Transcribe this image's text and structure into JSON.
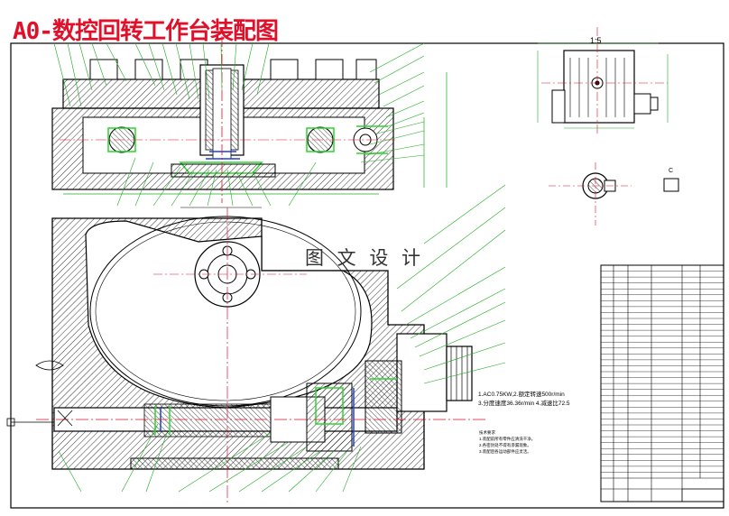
{
  "drawing": {
    "title": "A0-数控回转工作台装配图",
    "watermark": "图 文 设 计",
    "scale": "1:5",
    "view_label_c": "C",
    "tech_params": [
      "1.AC0.75KW,2.额定转速500r/min",
      "3.分度速度36.36r/min      4.减速比72.5"
    ],
    "tech_requirements": [
      "技术要求",
      "1.装配前所有零件应清洗干净。",
      "2.各密封处不得有渗漏现象。",
      "3.装配后各运动部件应灵活。"
    ]
  },
  "colors": {
    "outline": "#000000",
    "hatch": "#000000",
    "centerline": "#e0102a",
    "leader": "#1faa1f",
    "highlight": "#2bd62b",
    "title": "#e0102a",
    "blue": "#2040d0"
  }
}
